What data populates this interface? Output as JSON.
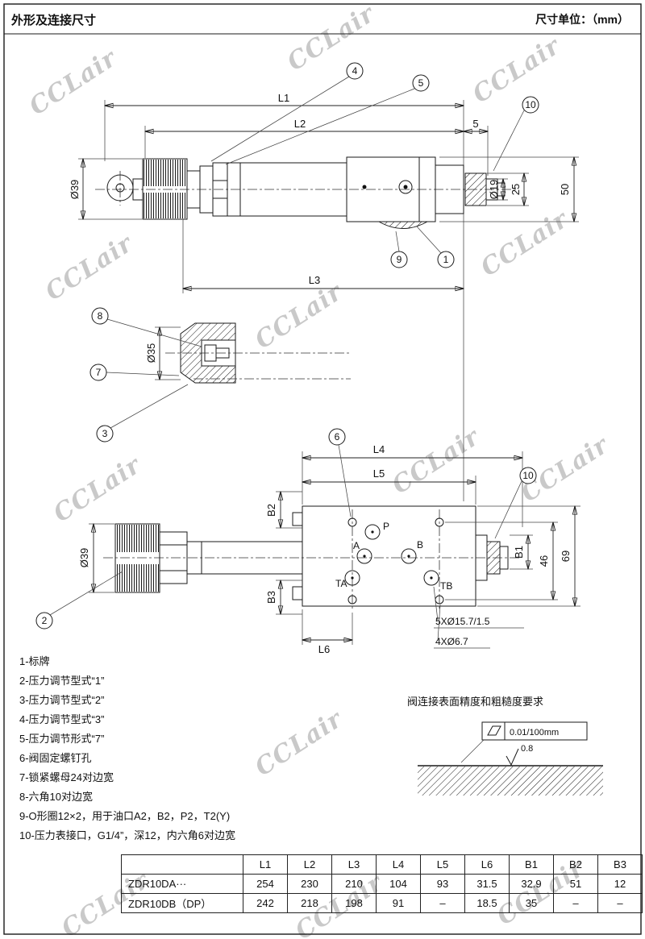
{
  "header": {
    "title": "外形及连接尺寸",
    "unit": "尺寸单位：（mm）"
  },
  "watermark": "CCLair",
  "top_view": {
    "dims": {
      "l1": "L1",
      "l2": "L2",
      "gap5": "5",
      "d39": "Ø39",
      "d19": "Ø19",
      "n25": "25",
      "n50": "50",
      "l3": "L3"
    },
    "callouts": {
      "c4": "4",
      "c5": "5",
      "c10": "10",
      "c9": "9",
      "c1": "1"
    }
  },
  "detail_view": {
    "dims": {
      "d35": "Ø35"
    },
    "callouts": {
      "c8": "8",
      "c7": "7",
      "c3": "3"
    }
  },
  "bottom_view": {
    "dims": {
      "l4": "L4",
      "l5": "L5",
      "l6": "L6",
      "b1": "B1",
      "b2": "B2",
      "b3": "B3",
      "d39": "Ø39",
      "n46": "46",
      "n69": "69"
    },
    "callouts": {
      "c6": "6",
      "c10": "10",
      "c2": "2"
    },
    "ports": {
      "p": "P",
      "a": "A",
      "b": "B",
      "ta": "TA",
      "tb": "TB"
    },
    "hole_notes": {
      "counterbore": "5XØ15.7/1.5",
      "bolt": "4XØ6.7"
    }
  },
  "notes": [
    "1-标牌",
    "2-压力调节型式“1”",
    "3-压力调节型式“2”",
    "4-压力调节型式“3”",
    "5-压力调节形式“7”",
    "6-阀固定螺钉孔",
    "7-锁紧螺母24对边宽",
    "8-六角10对边宽",
    "9-O形圈12×2，用于油口A2，B2，P2，T2(Y)",
    "10-压力表接口，G1/4”，深12，内六角6对边宽"
  ],
  "surface_req": {
    "title": "阀连接表面精度和粗糙度要求",
    "flatness": "0.01/100mm",
    "roughness": "0.8"
  },
  "table": {
    "corner": "",
    "headers": [
      "L1",
      "L2",
      "L3",
      "L4",
      "L5",
      "L6",
      "B1",
      "B2",
      "B3"
    ],
    "rows": [
      {
        "model": "ZDR10DA···",
        "values": [
          "254",
          "230",
          "210",
          "104",
          "93",
          "31.5",
          "32.9",
          "51",
          "12"
        ]
      },
      {
        "model": "ZDR10DB（DP）",
        "values": [
          "242",
          "218",
          "198",
          "91",
          "–",
          "18.5",
          "35",
          "–",
          "–"
        ]
      }
    ]
  }
}
